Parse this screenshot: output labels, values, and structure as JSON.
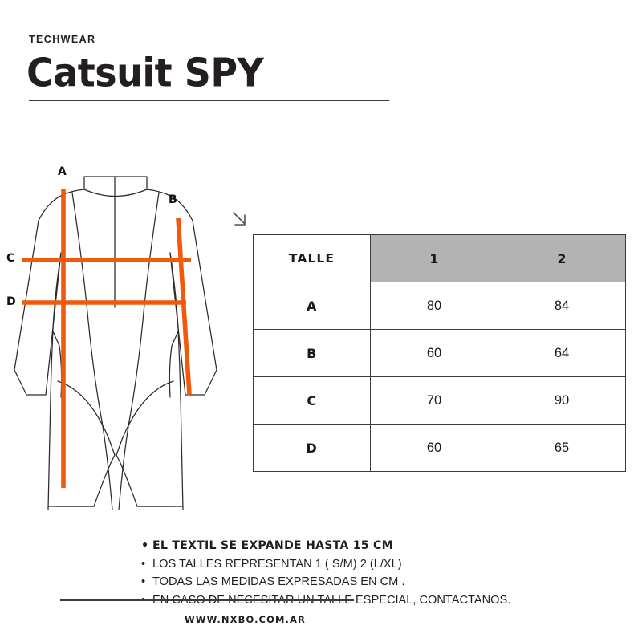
{
  "header": {
    "eyebrow": "TECHWEAR",
    "title": "Catsuit SPY"
  },
  "colors": {
    "measure_line": "#F4590A",
    "table_header_fill": "#B3B3B3",
    "ink": "#231F20",
    "rule": "#3A3A3A"
  },
  "diagram": {
    "labels": [
      {
        "id": "A",
        "text": "A",
        "meaning": "total-length-vertical"
      },
      {
        "id": "B",
        "text": "B",
        "meaning": "sleeve-length-diagonal"
      },
      {
        "id": "C",
        "text": "C",
        "meaning": "bust-width-horizontal"
      },
      {
        "id": "D",
        "text": "D",
        "meaning": "waist-width-horizontal"
      }
    ],
    "pointer_icon": "arrow-down-right-icon"
  },
  "table": {
    "header": {
      "label": "TALLE",
      "sizes": [
        "1",
        "2"
      ]
    },
    "rows": [
      {
        "label": "A",
        "values": [
          "80",
          "84"
        ]
      },
      {
        "label": "B",
        "values": [
          "60",
          "64"
        ]
      },
      {
        "label": "C",
        "values": [
          "70",
          "90"
        ]
      },
      {
        "label": "D",
        "values": [
          "60",
          "65"
        ]
      }
    ]
  },
  "notes": [
    {
      "text": "EL TEXTIL SE EXPANDE HASTA 15 CM",
      "bold": true
    },
    {
      "text": "LOS TALLES REPRESENTAN 1 ( S/M) 2 (L/XL)",
      "bold": false
    },
    {
      "text": "TODAS LAS MEDIDAS EXPRESADAS EN CM .",
      "bold": false
    },
    {
      "text": "EN CASO DE NECESITAR UN TALLE ESPECIAL, CONTACTANOS.",
      "bold": false
    }
  ],
  "footer": {
    "url": "WWW.NXBO.COM.AR"
  }
}
